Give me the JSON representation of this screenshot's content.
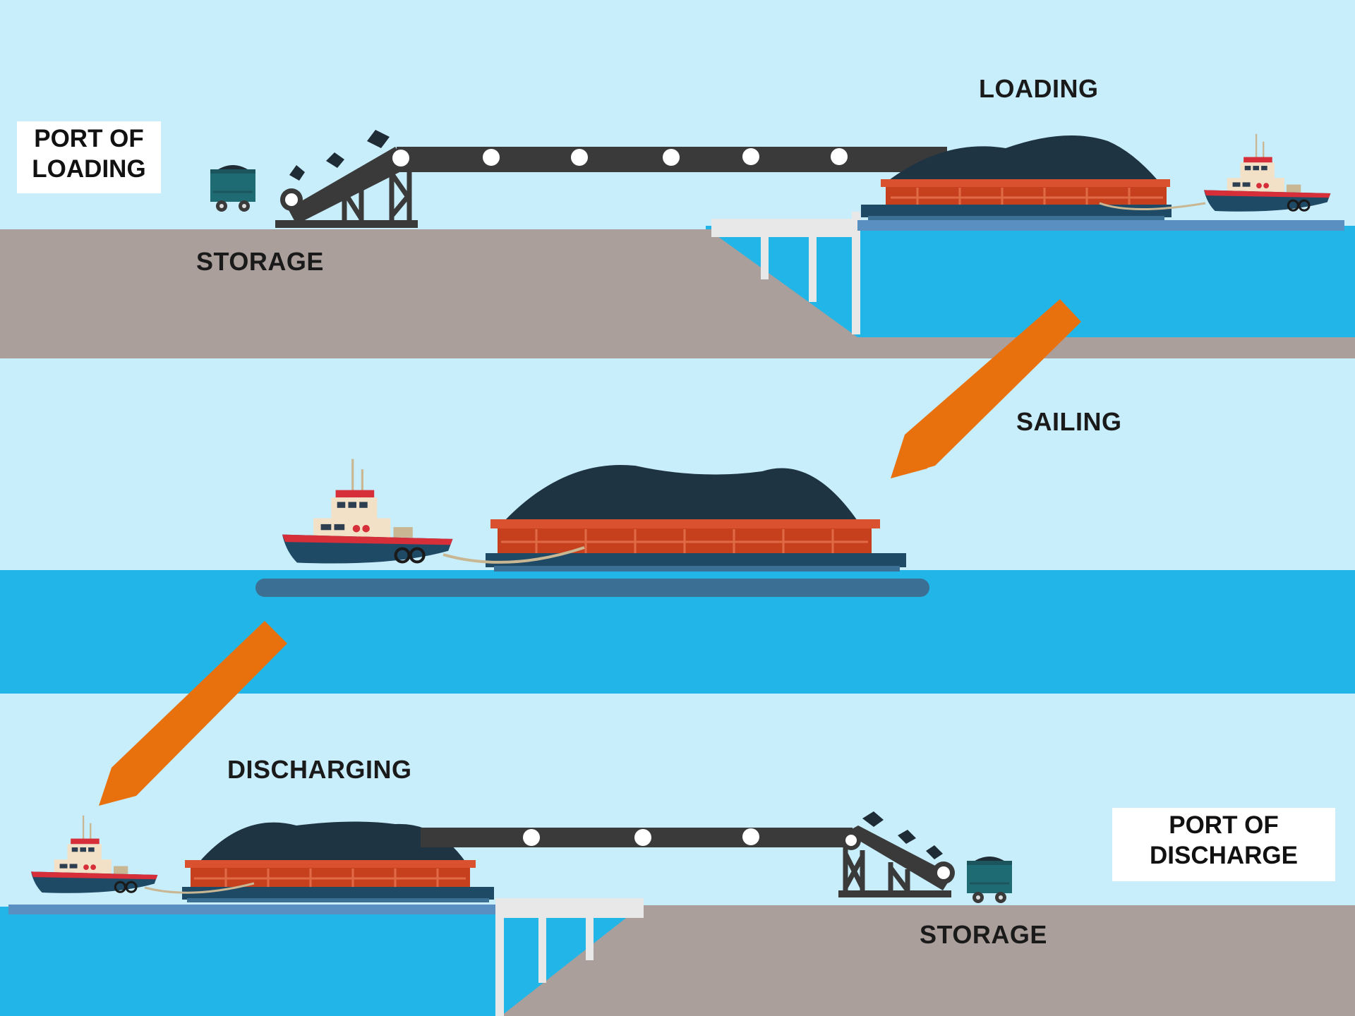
{
  "labels": {
    "port_loading_line1": "PORT OF",
    "port_loading_line2": "LOADING",
    "storage_top": "STORAGE",
    "loading": "LOADING",
    "sailing": "SAILING",
    "discharging": "DISCHARGING",
    "port_discharge_line1": "PORT OF",
    "port_discharge_line2": "DISCHARGE",
    "storage_bottom": "STORAGE"
  },
  "colors": {
    "sky": "#c8eefc",
    "water": "#22b6e8",
    "land": "#ab9f9b",
    "arrow": "#e8710e",
    "coal": "#1f3443",
    "barge_red": "#c7401d",
    "conveyor": "#3a3a3a"
  }
}
